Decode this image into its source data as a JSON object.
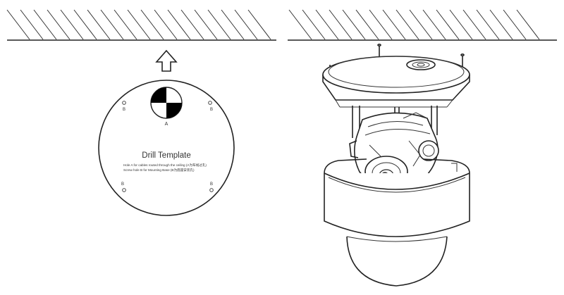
{
  "template": {
    "title": "Drill Template",
    "note_a": "Hole A for cables routed through the ceiling (A为布线过孔)",
    "note_b": "Screw hole B for Mounting Base (B为底座安装孔)",
    "hole_a_label": "A",
    "hole_b_label": "B"
  },
  "icons": {
    "arrow": "up-arrow-icon",
    "ceiling": "ceiling-hatch",
    "camera": "dome-camera"
  },
  "colors": {
    "line": "#222222",
    "background": "#ffffff",
    "marker_fill": "#000000"
  }
}
